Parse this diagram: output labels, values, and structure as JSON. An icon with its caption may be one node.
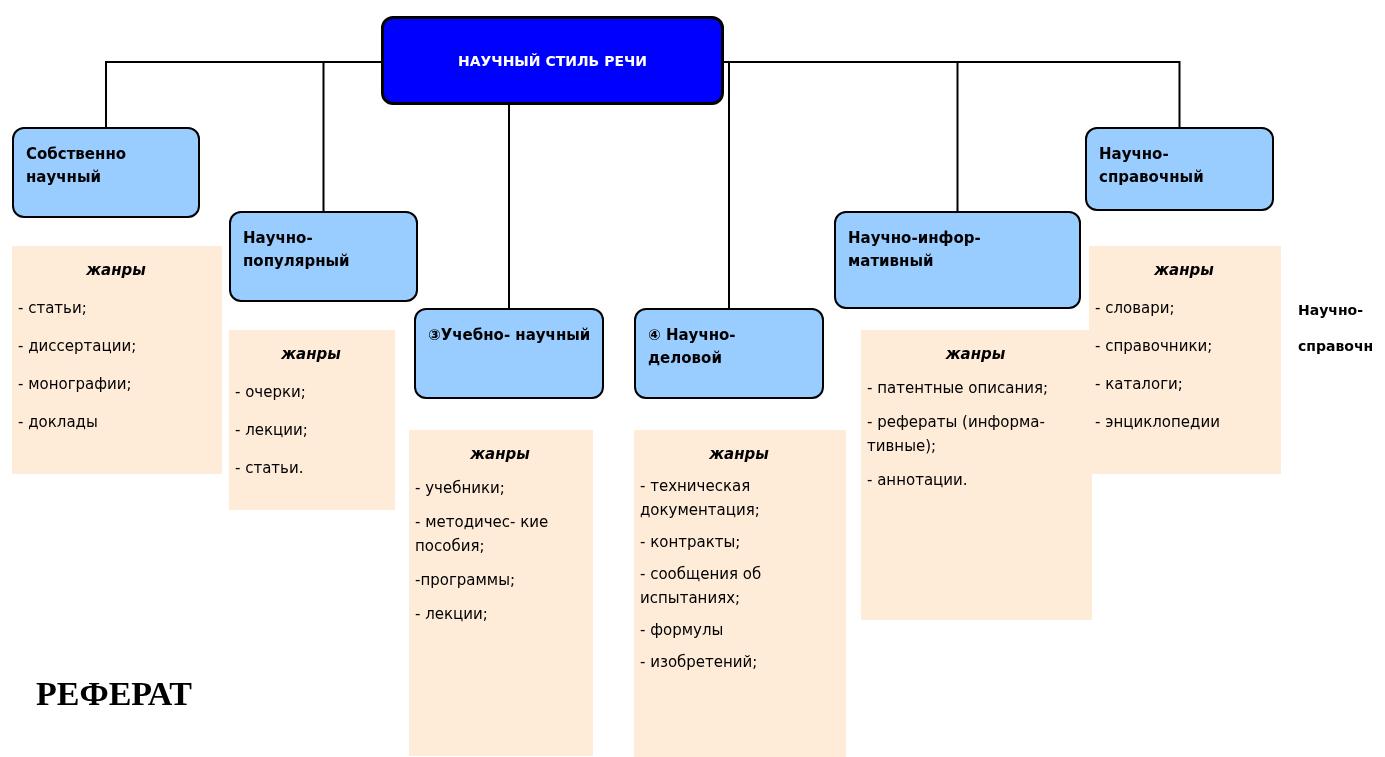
{
  "diagram": {
    "nodes": [
      {
        "text": [
          "НАУЧНЫЙ СТИЛЬ РЕЧИ"
        ]
      },
      {
        "text": [
          "Собственно научный"
        ]
      },
      {
        "text": [
          "Научно- популярный"
        ]
      },
      {
        "text": [
          "③Учебно- научный"
        ]
      },
      {
        "text": [
          "④ Научно- деловой"
        ]
      },
      {
        "text": [
          "Научно-инфор- мативный"
        ]
      },
      {
        "text": [
          "Научно- справочный"
        ]
      },
      {
        "text": [
          "жанры",
          "- статьи;",
          "- диссертации;",
          "- монографии;",
          "- доклады"
        ]
      },
      {
        "text": [
          "жанры",
          "- очерки;",
          "- лекции;",
          "- статьи."
        ]
      },
      {
        "text": [
          "жанры",
          "- учебники;",
          "- методичес- кие пособия;",
          "-программы;",
          "- лекции;"
        ]
      },
      {
        "text": [
          "жанры",
          "- техническая документация;",
          "- контракты;",
          "- сообщения об испытаниях;",
          "- формулы",
          "- изобретений;"
        ]
      },
      {
        "text": [
          "жанры",
          "- патентные описания;",
          "- рефераты (информа- тивные);",
          "- аннотации."
        ]
      },
      {
        "text": [
          "жанры",
          "- словари;",
          "- справочники;",
          "- каталоги;",
          "- энциклопедии"
        ]
      }
    ],
    "edges": [
      {
        "from": 0,
        "to": 1,
        "arrow": "none"
      },
      {
        "from": 0,
        "to": 2,
        "arrow": "none"
      },
      {
        "from": 0,
        "to": 3,
        "arrow": "none"
      },
      {
        "from": 0,
        "to": 4,
        "arrow": "none"
      },
      {
        "from": 0,
        "to": 5,
        "arrow": "none"
      },
      {
        "from": 0,
        "to": 6,
        "arrow": "none"
      }
    ],
    "labels": [
      "Научно- справочн",
      "РЕФЕРАТ"
    ]
  }
}
